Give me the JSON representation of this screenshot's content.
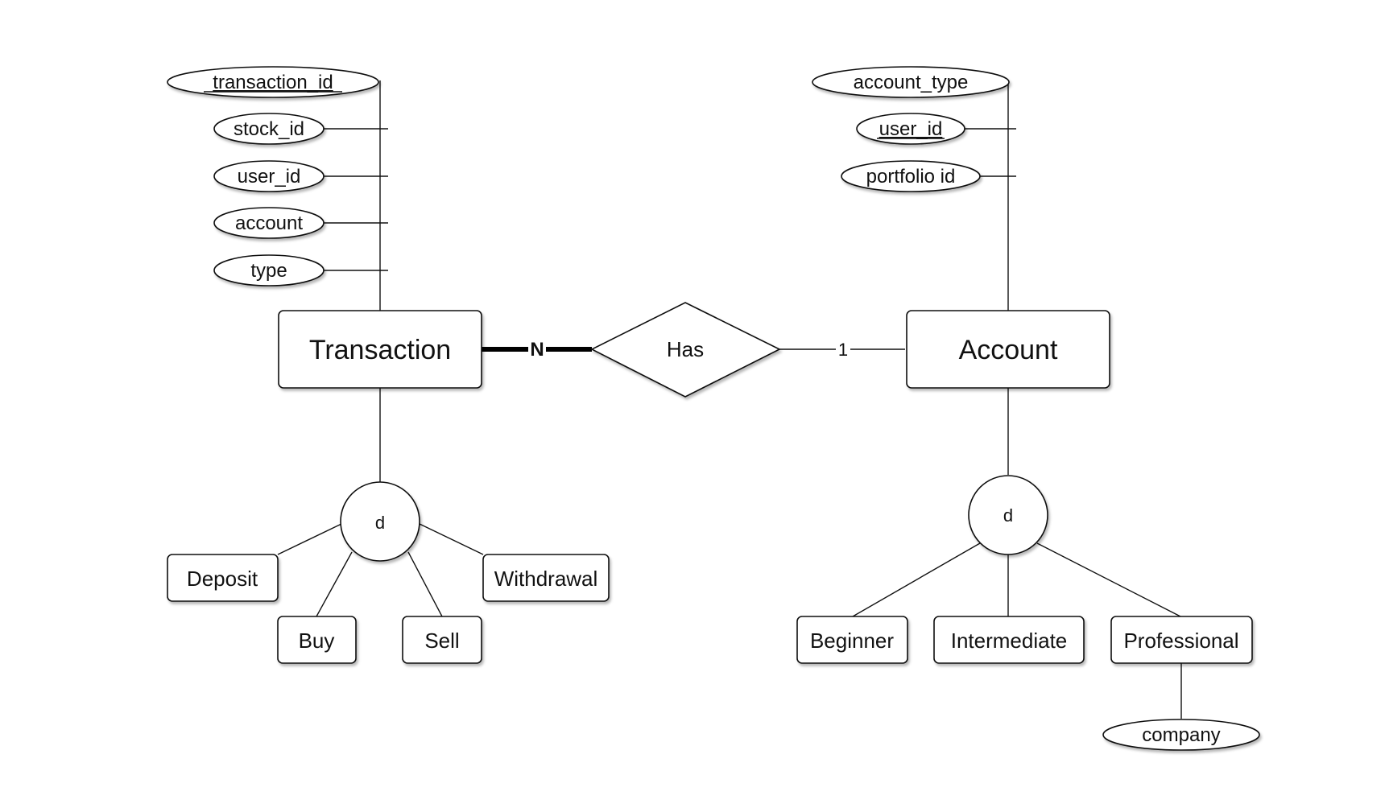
{
  "diagram": {
    "entities": {
      "transaction": "Transaction",
      "account": "Account"
    },
    "relationship": {
      "label": "Has",
      "transaction_cardinality": "N",
      "account_cardinality": "1"
    },
    "transaction_attributes": {
      "transaction_id": "transaction_id",
      "stock_id": "stock_id",
      "user_id": "user_id",
      "account": "account",
      "type": "type"
    },
    "account_attributes": {
      "account_type": "account_type",
      "user_id": "user_id",
      "portfolio_id": "portfolio id"
    },
    "transaction_specialization": {
      "symbol": "d",
      "subtypes": {
        "deposit": "Deposit",
        "buy": "Buy",
        "sell": "Sell",
        "withdrawal": "Withdrawal"
      }
    },
    "account_specialization": {
      "symbol": "d",
      "subtypes": {
        "beginner": "Beginner",
        "intermediate": "Intermediate",
        "professional": "Professional"
      }
    },
    "professional_attributes": {
      "company": "company"
    }
  }
}
